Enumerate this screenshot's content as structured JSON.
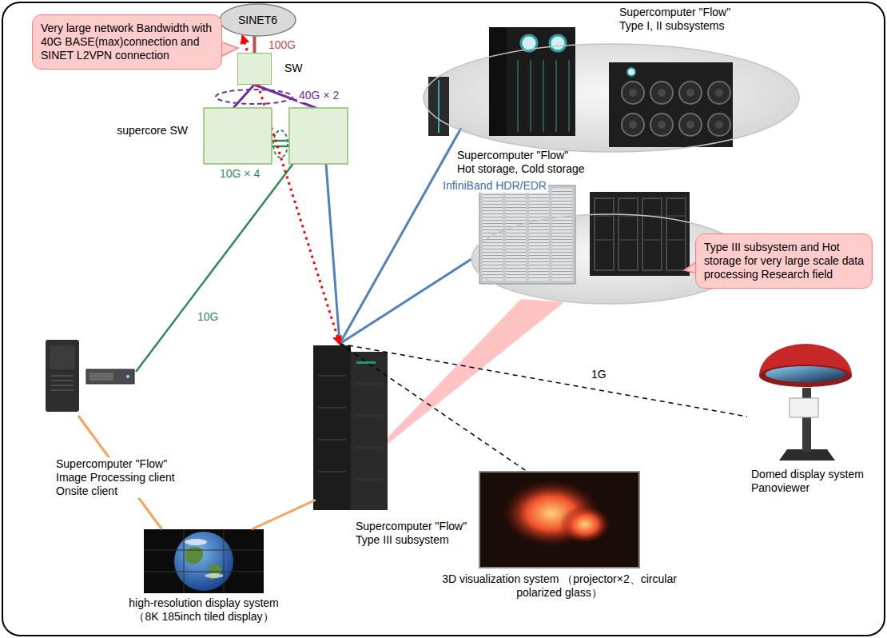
{
  "diagram": {
    "nodes": [
      {
        "text": [
          "SINET6"
        ]
      },
      {
        "text": [
          "Very large network Bandwidth with 40G BASE(max)connection and SINET L2VPN connection"
        ]
      },
      {
        "text": [
          "SW"
        ]
      },
      {
        "text": [
          "supercore SW"
        ]
      },
      {
        "text": [
          "Supercomputer \"Flow\" Type I, II subsystems"
        ]
      },
      {
        "text": [
          "Supercomputer \"Flow\" Hot storage, Cold storage"
        ]
      },
      {
        "text": [
          "Type III subsystem and Hot storage for very large scale data processing Research field"
        ]
      },
      {
        "text": [
          "Supercomputer \"Flow\" Image Processing client Onsite client"
        ]
      },
      {
        "text": [
          "Supercomputer \"Flow\" Type III subsystem"
        ]
      },
      {
        "text": [
          "Domed display system Panoviewer"
        ]
      },
      {
        "text": [
          "3D visualization system （projector×2、circular polarized glass）"
        ]
      },
      {
        "text": [
          "high-resolution display system （8K 185inch tiled display）"
        ]
      }
    ],
    "edges": [
      {
        "from": 0,
        "to": 2,
        "label": "100G",
        "arrow": "none"
      },
      {
        "from": 2,
        "to": 3,
        "label": "40G × 2",
        "arrow": "none"
      },
      {
        "from": 3,
        "to": 7,
        "label": "10G",
        "arrow": "none"
      },
      {
        "from": 3,
        "to": 8,
        "arrow": "none"
      },
      {
        "from": 8,
        "to": 4,
        "label": "InfiniBand HDR/EDR",
        "arrow": "none"
      },
      {
        "from": 8,
        "to": 5,
        "arrow": "none"
      },
      {
        "from": 8,
        "to": 10,
        "arrow": "none"
      },
      {
        "from": 8,
        "to": 9,
        "label": "1G",
        "arrow": "none"
      },
      {
        "from": 7,
        "to": 11,
        "arrow": "none"
      },
      {
        "from": 8,
        "to": 11,
        "arrow": "none"
      },
      {
        "from": 0,
        "to": 8,
        "arrow": "both"
      }
    ],
    "labels": [
      "10G × 4"
    ]
  }
}
